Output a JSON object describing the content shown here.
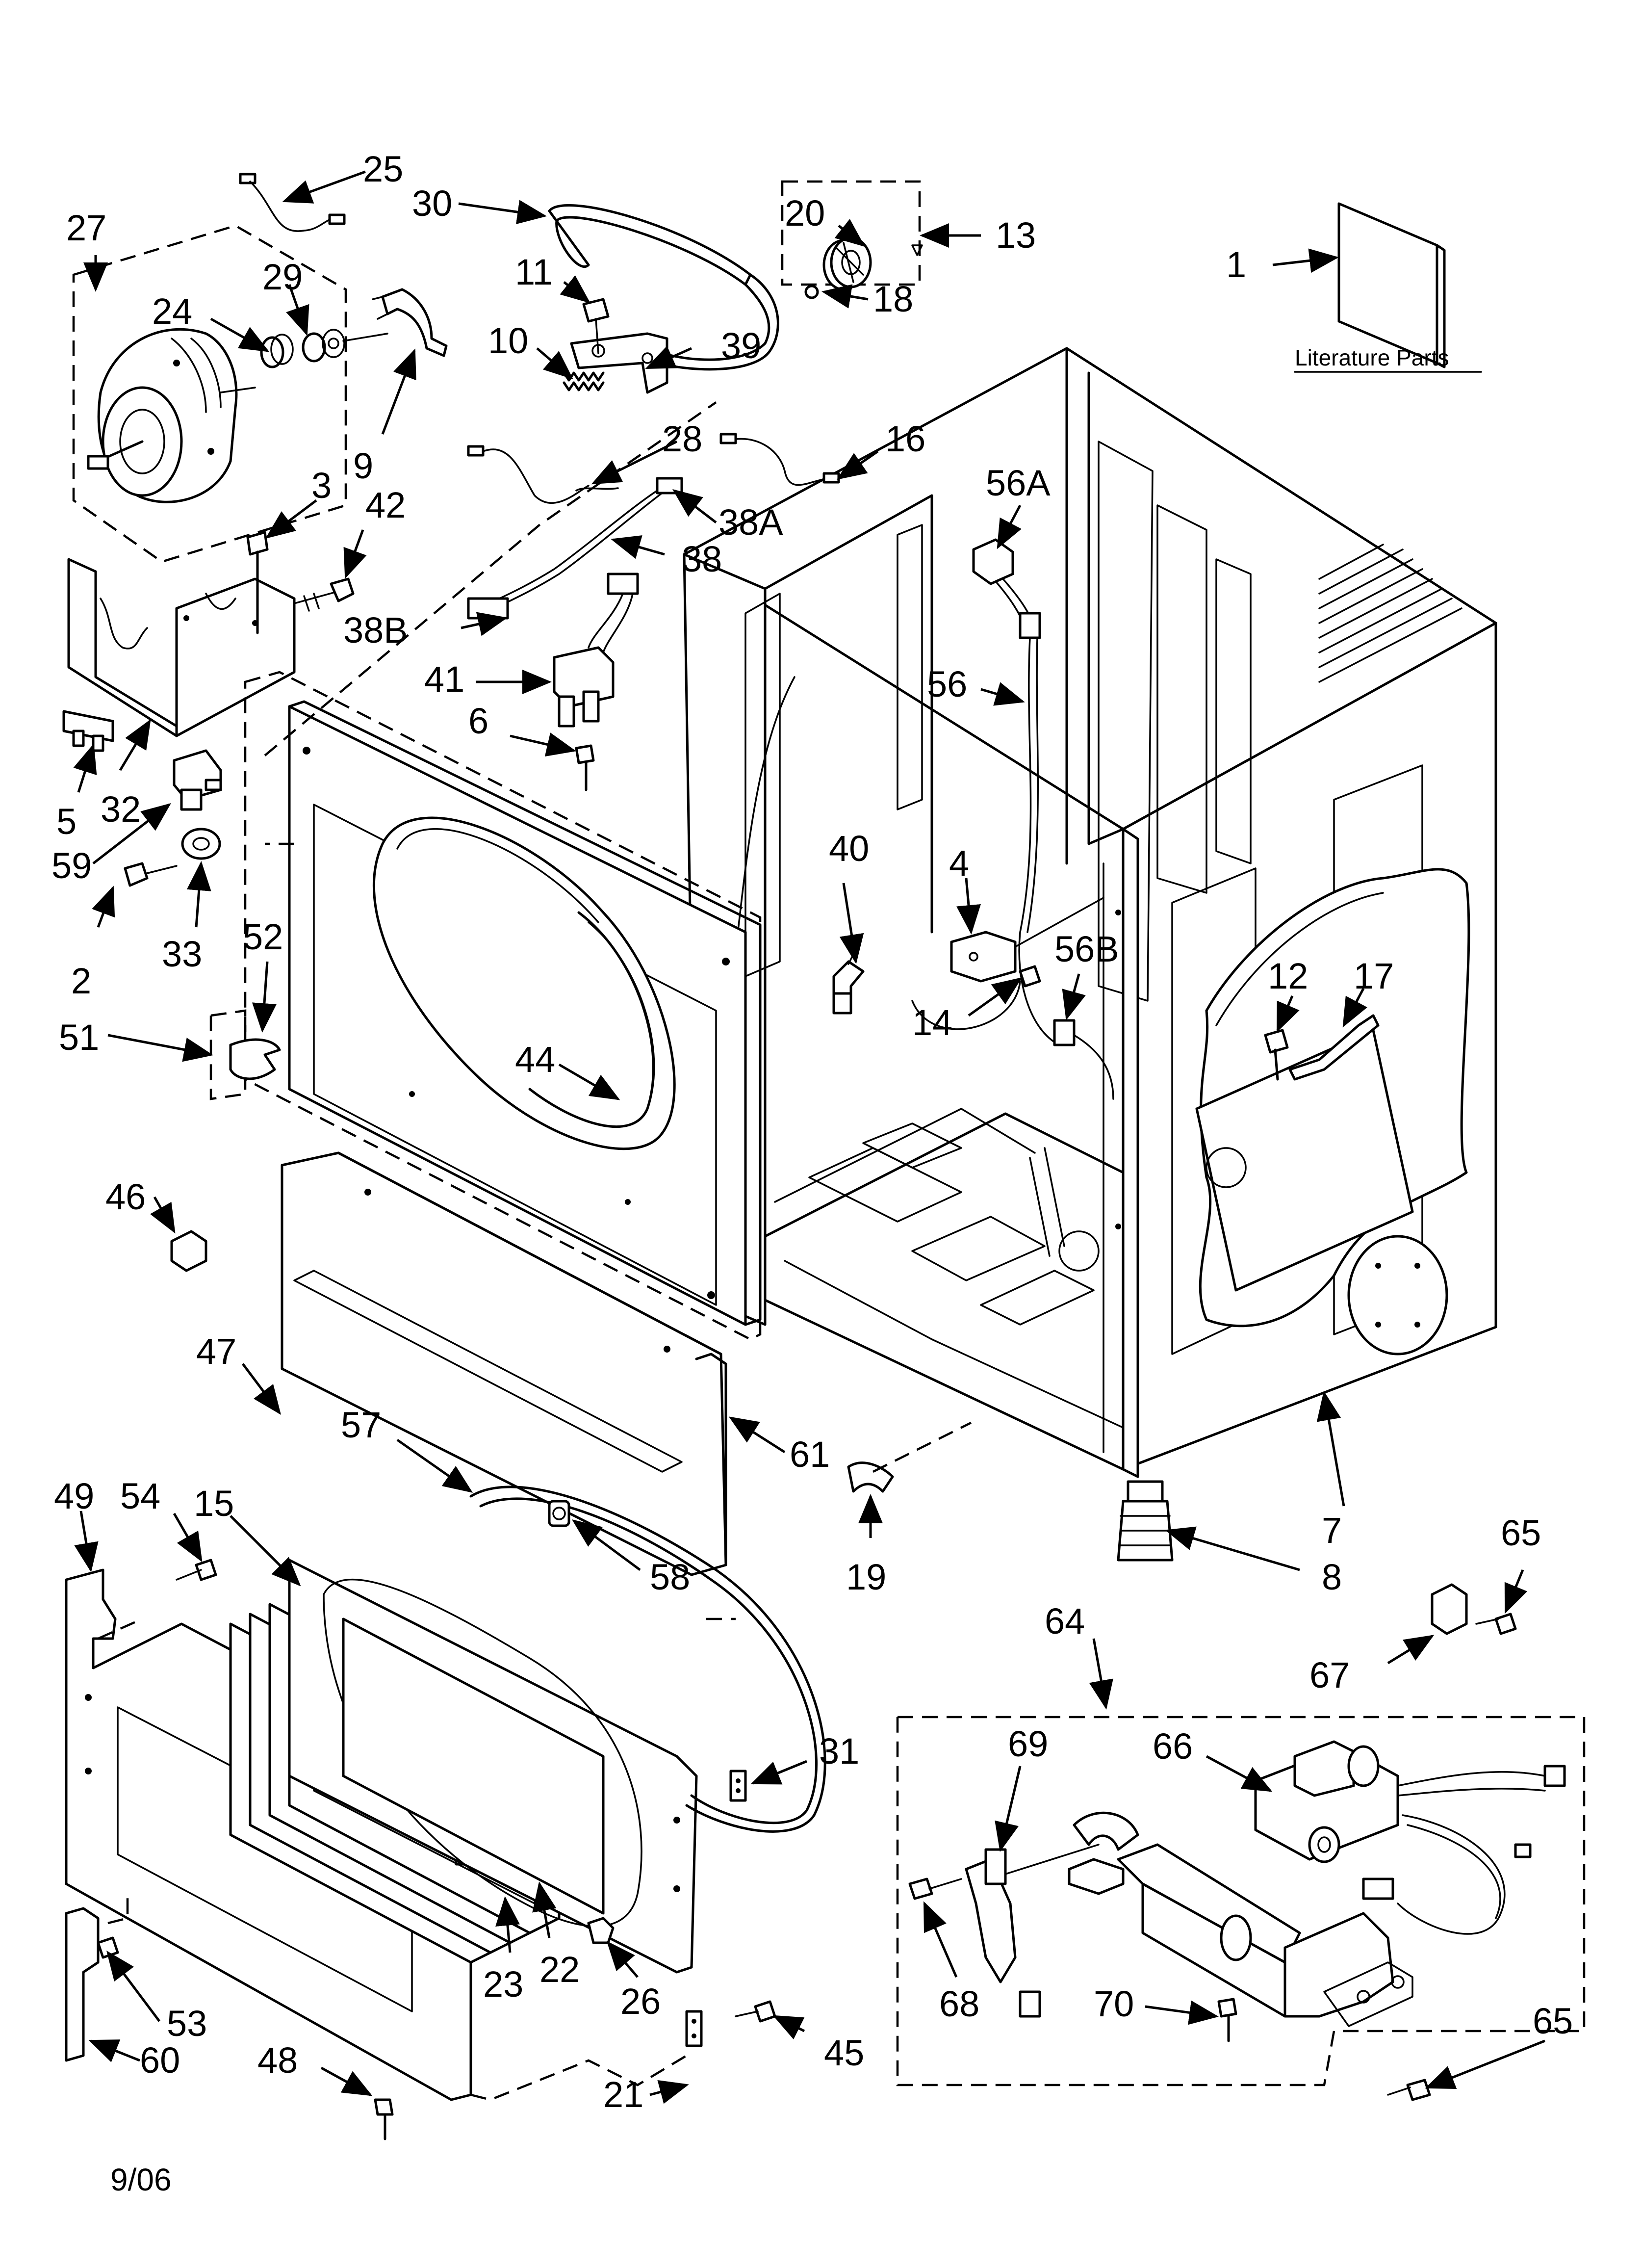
{
  "literature": {
    "label": "Literature Parts"
  },
  "date_code": "9/06",
  "callouts": [
    "1",
    "2",
    "3",
    "4",
    "5",
    "6",
    "7",
    "8",
    "9",
    "10",
    "11",
    "12",
    "13",
    "14",
    "15",
    "16",
    "17",
    "18",
    "19",
    "20",
    "21",
    "22",
    "23",
    "24",
    "25",
    "26",
    "27",
    "28",
    "29",
    "30",
    "31",
    "32",
    "33",
    "38",
    "38A",
    "38B",
    "39",
    "40",
    "41",
    "42",
    "44",
    "45",
    "46",
    "47",
    "48",
    "49",
    "51",
    "52",
    "53",
    "54",
    "56",
    "56A",
    "56B",
    "57",
    "58",
    "59",
    "60",
    "61",
    "64",
    "65",
    "65",
    "66",
    "67",
    "68",
    "69",
    "70"
  ],
  "groups": [
    {
      "name": "drive-motor-group",
      "callout": "27"
    },
    {
      "name": "idler-pulley-group",
      "callout": "13"
    },
    {
      "name": "gas-burner-assembly",
      "callout": "64"
    },
    {
      "name": "door-switch-group",
      "callout": "51"
    }
  ]
}
